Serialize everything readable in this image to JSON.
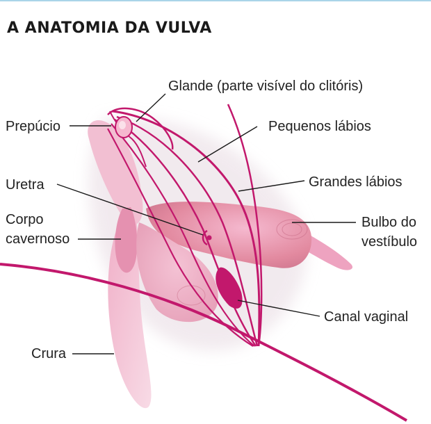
{
  "title": "A ANATOMIA DA VULVA",
  "colors": {
    "accent": "#c2186c",
    "rule": "#a9d4e8",
    "tissue_light": "#f2c6d8",
    "tissue_mid": "#e89aba",
    "tissue_dark": "#d97fa0"
  },
  "labels": {
    "glande": "Glande (parte visível do clitóris)",
    "prepucio": "Prepúcio",
    "pequenos_labios": "Pequenos lábios",
    "uretra": "Uretra",
    "grandes_labios": "Grandes lábios",
    "corpo_1": "Corpo",
    "corpo_2": "cavernoso",
    "bulbo_1": "Bulbo do",
    "bulbo_2": "vestíbulo",
    "canal_vaginal": "Canal vaginal",
    "crura": "Crura"
  }
}
